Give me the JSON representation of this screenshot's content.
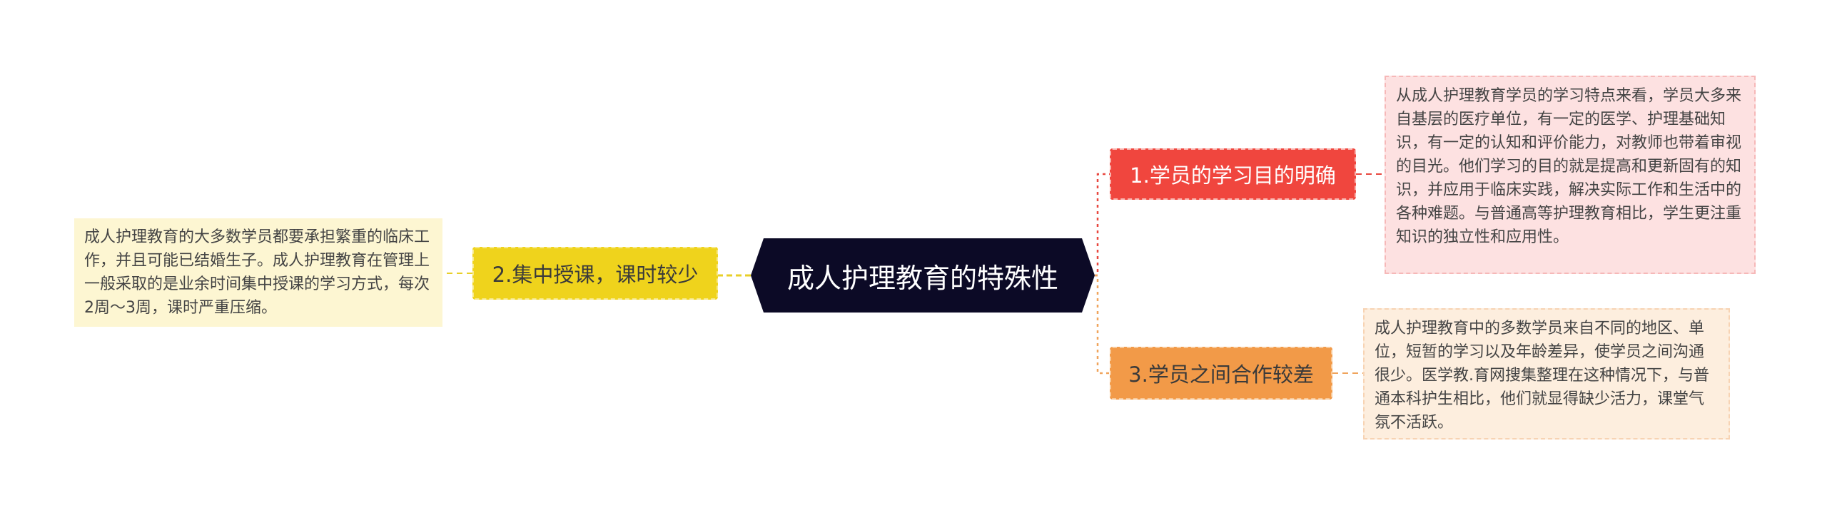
{
  "central": {
    "title": "成人护理教育的特殊性",
    "color": "#0c0a26"
  },
  "branches": [
    {
      "label": "1.学员的学习目的明确",
      "color": "#f0463e",
      "detail": "从成人护理教育学员的学习特点来看，学员大多来自基层的医疗单位，有一定的医学、护理基础知识，有一定的认知和评价能力，对教师也带着审视的目光。他们学习的目的就是提高和更新固有的知识，并应用于临床实践，解决实际工作和生活中的各种难题。与普通高等护理教育相比，学生更注重知识的独立性和应用性。"
    },
    {
      "label": "2.集中授课，课时较少",
      "color": "#efd31c",
      "detail": "成人护理教育的大多数学员都要承担繁重的临床工作，并且可能已结婚生子。成人护理教育在管理上一般采取的是业余时间集中授课的学习方式，每次2周～3周，课时严重压缩。"
    },
    {
      "label": "3.学员之间合作较差",
      "color": "#f29a48",
      "detail": "成人护理教育中的多数学员来自不同的地区、单位，短暂的学习以及年龄差异，使学员之间沟通很少。医学教.育网搜集整理在这种情况下，与普通本科护生相比，他们就显得缺少活力，课堂气氛不活跃。"
    }
  ]
}
